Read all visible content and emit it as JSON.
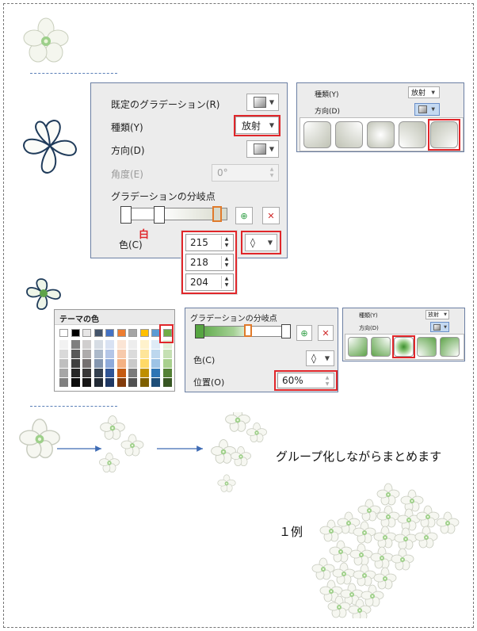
{
  "panel1": {
    "preset_label": "既定のグラデーション(R)",
    "type_label": "種類(Y)",
    "type_value": "放射",
    "direction_label": "方向(D)",
    "angle_label": "角度(E)",
    "angle_value": "0°",
    "stops_label": "グラデーションの分岐点",
    "color_label": "色(C)",
    "white_note": "白"
  },
  "rgb_popup": {
    "r": "215",
    "g": "218",
    "b": "204"
  },
  "panel2": {
    "type_label": "種類(Y)",
    "type_value": "放射",
    "direction_label": "方向(D)"
  },
  "theme_panel": {
    "title": "テーマの色",
    "top_colors": [
      "#ffffff",
      "#000000",
      "#e7e6e6",
      "#44546a",
      "#4472c4",
      "#ed7d31",
      "#a5a5a5",
      "#ffc000",
      "#5b9bd5",
      "#70ad47"
    ],
    "shade_columns": [
      [
        "#f2f2f2",
        "#d9d9d9",
        "#bfbfbf",
        "#a6a6a6",
        "#808080"
      ],
      [
        "#7f7f7f",
        "#595959",
        "#404040",
        "#262626",
        "#0d0d0d"
      ],
      [
        "#d0cece",
        "#aeabab",
        "#757070",
        "#3a3838",
        "#171616"
      ],
      [
        "#d6dce4",
        "#acb9ca",
        "#8496b0",
        "#333f4f",
        "#222a35"
      ],
      [
        "#d9e2f3",
        "#b4c6e7",
        "#8eaadb",
        "#2f5496",
        "#1f3864"
      ],
      [
        "#fbe5d5",
        "#f7caac",
        "#f4b183",
        "#c55a11",
        "#833c0b"
      ],
      [
        "#ededed",
        "#dbdbdb",
        "#c9c9c9",
        "#7b7b7b",
        "#525252"
      ],
      [
        "#fff2cc",
        "#fee599",
        "#ffd966",
        "#bf8f00",
        "#7f6000"
      ],
      [
        "#deebf6",
        "#bdd7ee",
        "#9dc3e6",
        "#2e75b5",
        "#1e4e79"
      ],
      [
        "#e2efd9",
        "#c5e0b3",
        "#a8d08d",
        "#538135",
        "#375623"
      ]
    ]
  },
  "panel3": {
    "stops_label": "グラデーションの分岐点",
    "color_label": "色(C)",
    "position_label": "位置(O)",
    "position_value": "60%"
  },
  "panel4": {
    "type_label": "種類(Y)",
    "type_value": "放射",
    "direction_label": "方向(D)"
  },
  "caption_group": "グループ化しながらまとめます",
  "caption_example": "１例"
}
